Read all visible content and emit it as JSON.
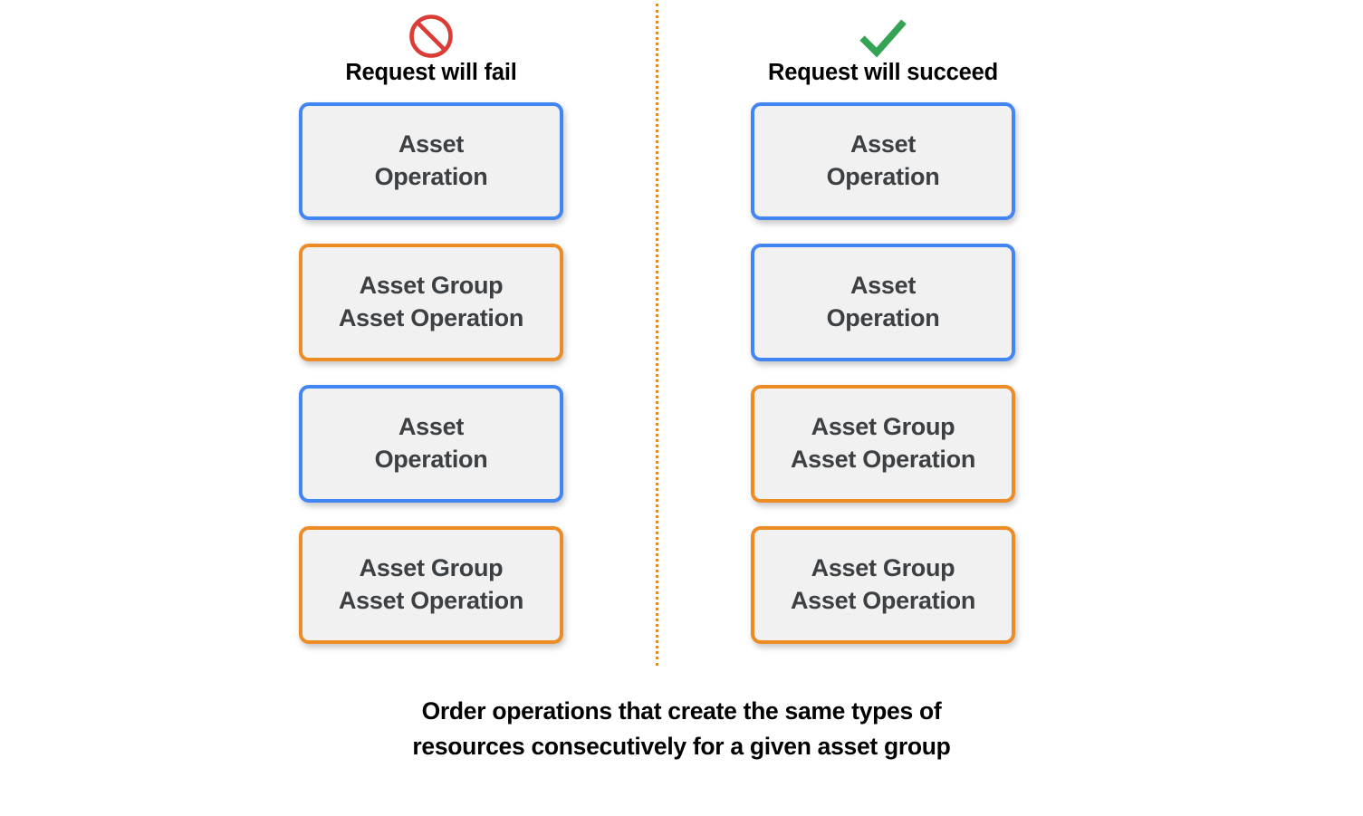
{
  "background_color": "#ffffff",
  "divider": {
    "style": "dotted-vertical",
    "color": "#e08a28"
  },
  "colors": {
    "blue_border": "#4285f4",
    "orange_border": "#ed8b24",
    "box_fill": "#f1f1f1",
    "box_text": "#3c4043",
    "fail_icon": "#dc3c36",
    "succeed_icon": "#34a353",
    "heading_text": "#000000"
  },
  "columns": [
    {
      "id": "fail",
      "icon": "prohibition-icon",
      "icon_color": "#dc3c36",
      "label": "Request will fail",
      "boxes": [
        {
          "text": "Asset\nOperation",
          "type": "blue"
        },
        {
          "text": "Asset Group\nAsset Operation",
          "type": "orange"
        },
        {
          "text": "Asset\nOperation",
          "type": "blue"
        },
        {
          "text": "Asset Group\nAsset Operation",
          "type": "orange"
        }
      ]
    },
    {
      "id": "succeed",
      "icon": "checkmark-icon",
      "icon_color": "#34a353",
      "label": "Request will succeed",
      "boxes": [
        {
          "text": "Asset\nOperation",
          "type": "blue"
        },
        {
          "text": "Asset\nOperation",
          "type": "blue"
        },
        {
          "text": "Asset Group\nAsset Operation",
          "type": "orange"
        },
        {
          "text": "Asset Group\nAsset Operation",
          "type": "orange"
        }
      ]
    }
  ],
  "caption": "Order operations that create the same types of\nresources consecutively for a given asset group"
}
